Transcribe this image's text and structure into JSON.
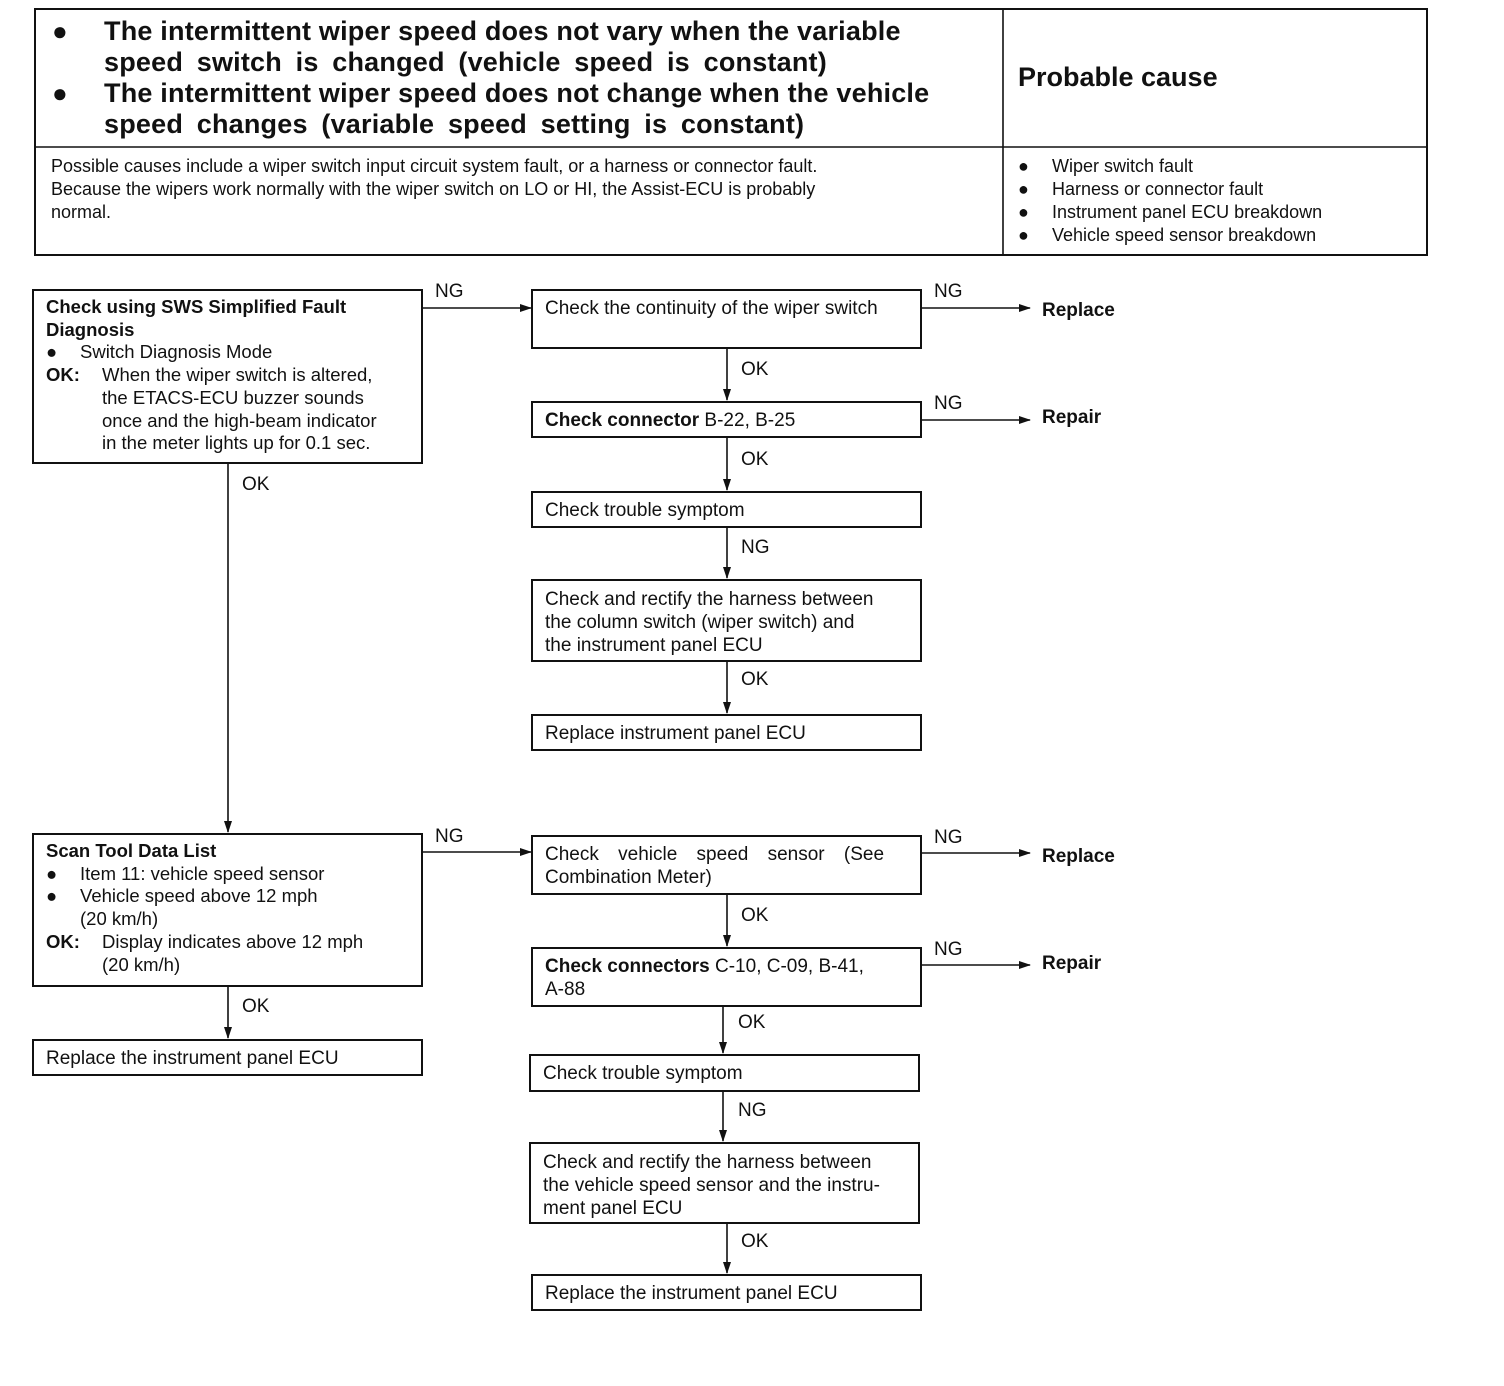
{
  "header": {
    "symptoms": [
      {
        "line1": "The intermittent wiper speed does not vary when the variable",
        "line2": "speed switch is changed (vehicle speed is constant)"
      },
      {
        "line1": "The intermittent wiper speed does not change when the vehicle",
        "line2": "speed changes (variable speed setting is constant)"
      }
    ],
    "probable_cause_title": "Probable cause",
    "description": [
      "Possible causes include a wiper switch input circuit system fault, or a harness or connector fault.",
      "Because the wipers work normally with the wiper switch on LO or HI, the Assist-ECU is probably",
      "normal."
    ],
    "causes": [
      "Wiper switch fault",
      "Harness or connector fault",
      "Instrument panel ECU breakdown",
      "Vehicle speed sensor breakdown"
    ]
  },
  "flow1": {
    "start": {
      "title": "Check using SWS Simplified Fault",
      "title2": "Diagnosis",
      "bullet": "Switch Diagnosis Mode",
      "ok_label": "OK:",
      "ok_lines": [
        "When the wiper switch is altered,",
        "the ETACS-ECU buzzer sounds",
        "once and the high-beam indicator",
        "in the meter lights up for 0.1 sec."
      ]
    },
    "continuity": "Check the continuity of the wiper switch",
    "connector_bold": "Check connector",
    "connector_rest": " B-22, B-25",
    "symptom": "Check trouble symptom",
    "harness": [
      "Check and rectify the harness between",
      "the column switch (wiper switch) and",
      "the instrument panel ECU"
    ],
    "replace": "Replace instrument panel ECU",
    "result_replace": "Replace",
    "result_repair": "Repair"
  },
  "flow2": {
    "scan": {
      "title": "Scan Tool Data List",
      "bullet1": "Item 11: vehicle speed sensor",
      "bullet2": "Vehicle speed above 12 mph",
      "bullet2b": "(20 km/h)",
      "ok_label": "OK:",
      "ok_line1": "Display indicates above 12 mph",
      "ok_line2": "(20 km/h)"
    },
    "replace_left": "Replace the instrument panel ECU",
    "speed_sensor": [
      "Check vehicle speed sensor (See",
      "Combination Meter)"
    ],
    "connectors_bold": "Check connectors",
    "connectors_rest": " C-10, C-09, B-41,",
    "connectors_line2": "A-88",
    "symptom": "Check trouble symptom",
    "harness": [
      "Check and rectify the harness between",
      "the vehicle speed sensor and the instru-",
      "ment panel ECU"
    ],
    "replace": "Replace the instrument panel ECU",
    "result_replace": "Replace",
    "result_repair": "Repair"
  },
  "labels": {
    "ng": "NG",
    "ok": "OK"
  }
}
